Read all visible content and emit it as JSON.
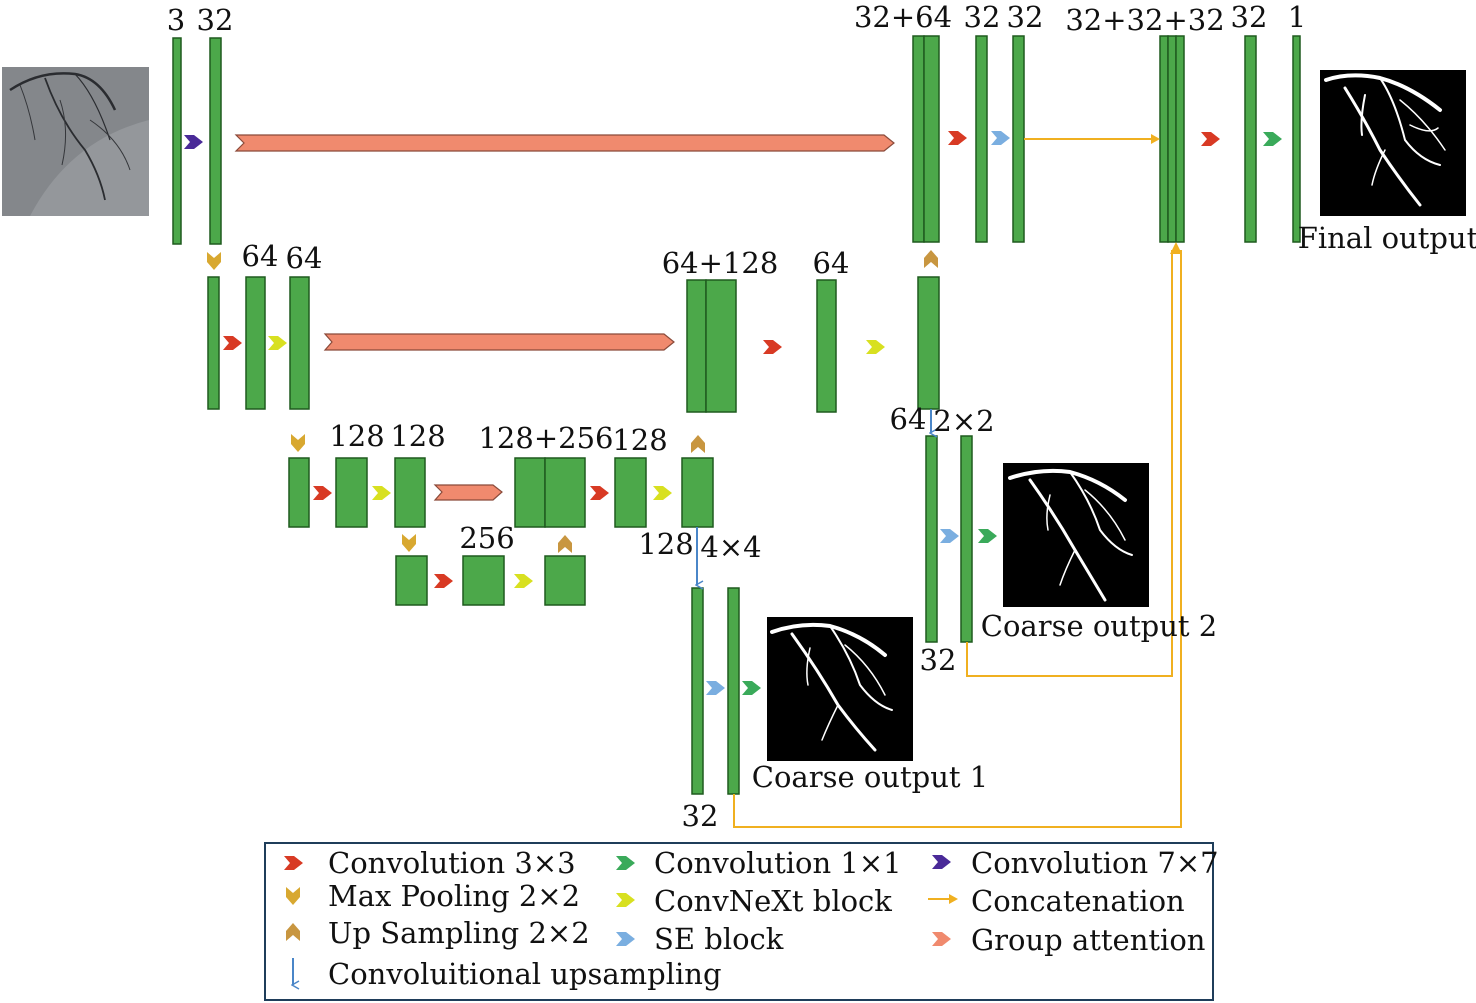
{
  "colors": {
    "block": "#4ca84a",
    "conv3x3": "#d83a24",
    "maxpool": "#d8a830",
    "upsample": "#c89640",
    "conv1x1": "#3aaa5a",
    "convnext": "#d8e020",
    "se": "#7aaee0",
    "conv7x7": "#4a2a98",
    "concat": "#f0b020",
    "upconv": "#4a86c8",
    "group_attention": "#f08a6e"
  },
  "labels": {
    "l1_in": "3",
    "l1_c32": "32",
    "l1_cat": "32+64",
    "l1_d1": "32",
    "l1_d2": "32",
    "l1_cat3": "32+32+32",
    "l1_f32": "32",
    "l1_out": "1",
    "l2_c64a": "64",
    "l2_c64b": "64",
    "l2_cat": "64+128",
    "l2_d64": "64",
    "l3_c128a": "128",
    "l3_c128b": "128",
    "l3_cat": "128+256",
    "l3_d128": "128",
    "l4_c256": "256",
    "b1_in": "128",
    "b1_scale": "4×4",
    "b1_out": "32",
    "b2_in": "64",
    "b2_scale": "2×2",
    "b2_out": "32"
  },
  "outputs": {
    "final": "Final output",
    "coarse1": "Coarse output 1",
    "coarse2": "Coarse output 2"
  },
  "legend": {
    "conv3x3": "Convolution 3×3",
    "maxpool": "Max Pooling 2×2",
    "upsample": "Up Sampling 2×2",
    "upconv": "Convoluitional upsampling",
    "conv1x1": "Convolution 1×1",
    "convnext": "ConvNeXt block",
    "se": "SE block",
    "conv7x7": "Convolution 7×7",
    "concat": "Concatenation",
    "group_attention": "Group attention"
  }
}
